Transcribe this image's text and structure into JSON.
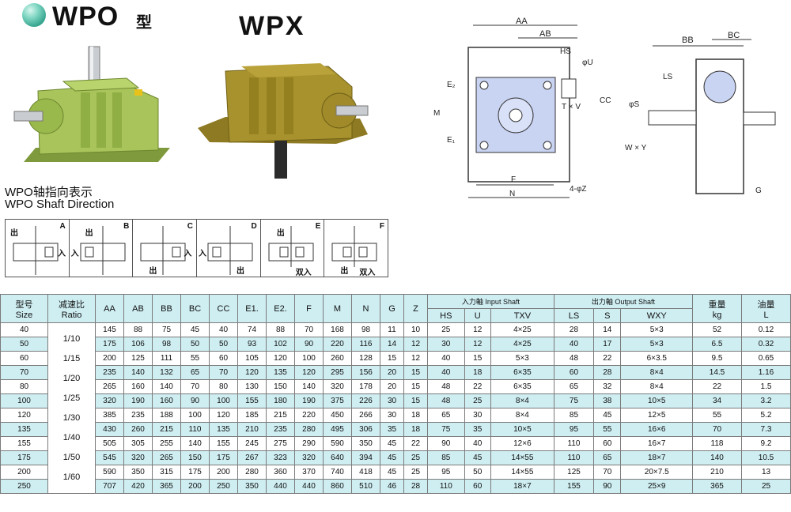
{
  "header": {
    "brand": "WPO",
    "brand_suffix": "型",
    "model2": "WPX"
  },
  "caption": {
    "zh": "WPO轴指向表示",
    "en": "WPO Shaft Direction"
  },
  "directions": [
    {
      "letter": "A",
      "out": "出",
      "in": "入"
    },
    {
      "letter": "B",
      "out": "出",
      "in": "入"
    },
    {
      "letter": "C",
      "out": "出",
      "in": "入"
    },
    {
      "letter": "D",
      "out": "出",
      "in": "入"
    },
    {
      "letter": "E",
      "out": "出",
      "in": "双入"
    },
    {
      "letter": "F",
      "out": "出",
      "in": "双入"
    }
  ],
  "drawing_labels": [
    "AA",
    "AB",
    "HS",
    "φU",
    "T × V",
    "CC",
    "M",
    "E₁",
    "E₂",
    "F",
    "N",
    "4-φZ",
    "BB",
    "BC",
    "LS",
    "φS",
    "W × Y",
    "G"
  ],
  "table": {
    "headers": {
      "size": "型号\nSize",
      "ratio": "减速比\nRatio",
      "cols": [
        "AA",
        "AB",
        "BB",
        "BC",
        "CC",
        "E1.",
        "E2.",
        "F",
        "M",
        "N",
        "G",
        "Z"
      ],
      "input_group": "入力軸 Input Shaft",
      "input_cols": [
        "HS",
        "U",
        "TXV"
      ],
      "output_group": "出力軸 Output Shaft",
      "output_cols": [
        "LS",
        "S",
        "WXY"
      ],
      "weight": "重量\nkg",
      "oil": "油量\nL"
    },
    "ratios": [
      "1/10",
      "1/15",
      "1/20",
      "1/25",
      "1/30",
      "1/40",
      "1/50",
      "1/60"
    ],
    "rows": [
      [
        "40",
        "145",
        "88",
        "75",
        "45",
        "40",
        "74",
        "88",
        "70",
        "168",
        "98",
        "11",
        "10",
        "25",
        "12",
        "4×25",
        "28",
        "14",
        "5×3",
        "52",
        "0.12"
      ],
      [
        "50",
        "175",
        "106",
        "98",
        "50",
        "50",
        "93",
        "102",
        "90",
        "220",
        "116",
        "14",
        "12",
        "30",
        "12",
        "4×25",
        "40",
        "17",
        "5×3",
        "6.5",
        "0.32"
      ],
      [
        "60",
        "200",
        "125",
        "111",
        "55",
        "60",
        "105",
        "120",
        "100",
        "260",
        "128",
        "15",
        "12",
        "40",
        "15",
        "5×3",
        "48",
        "22",
        "6×3.5",
        "9.5",
        "0.65"
      ],
      [
        "70",
        "235",
        "140",
        "132",
        "65",
        "70",
        "120",
        "135",
        "120",
        "295",
        "156",
        "20",
        "15",
        "40",
        "18",
        "6×35",
        "60",
        "28",
        "8×4",
        "14.5",
        "1.16"
      ],
      [
        "80",
        "265",
        "160",
        "140",
        "70",
        "80",
        "130",
        "150",
        "140",
        "320",
        "178",
        "20",
        "15",
        "48",
        "22",
        "6×35",
        "65",
        "32",
        "8×4",
        "22",
        "1.5"
      ],
      [
        "100",
        "320",
        "190",
        "160",
        "90",
        "100",
        "155",
        "180",
        "190",
        "375",
        "226",
        "30",
        "15",
        "48",
        "25",
        "8×4",
        "75",
        "38",
        "10×5",
        "34",
        "3.2"
      ],
      [
        "120",
        "385",
        "235",
        "188",
        "100",
        "120",
        "185",
        "215",
        "220",
        "450",
        "266",
        "30",
        "18",
        "65",
        "30",
        "8×4",
        "85",
        "45",
        "12×5",
        "55",
        "5.2"
      ],
      [
        "135",
        "430",
        "260",
        "215",
        "110",
        "135",
        "210",
        "235",
        "280",
        "495",
        "306",
        "35",
        "18",
        "75",
        "35",
        "10×5",
        "95",
        "55",
        "16×6",
        "70",
        "7.3"
      ],
      [
        "155",
        "505",
        "305",
        "255",
        "140",
        "155",
        "245",
        "275",
        "290",
        "590",
        "350",
        "45",
        "22",
        "90",
        "40",
        "12×6",
        "110",
        "60",
        "16×7",
        "118",
        "9.2"
      ],
      [
        "175",
        "545",
        "320",
        "265",
        "150",
        "175",
        "267",
        "323",
        "320",
        "640",
        "394",
        "45",
        "25",
        "85",
        "45",
        "14×55",
        "110",
        "65",
        "18×7",
        "140",
        "10.5"
      ],
      [
        "200",
        "590",
        "350",
        "315",
        "175",
        "200",
        "280",
        "360",
        "370",
        "740",
        "418",
        "45",
        "25",
        "95",
        "50",
        "14×55",
        "125",
        "70",
        "20×7.5",
        "210",
        "13"
      ],
      [
        "250",
        "707",
        "420",
        "365",
        "200",
        "250",
        "350",
        "440",
        "440",
        "860",
        "510",
        "46",
        "28",
        "110",
        "60",
        "18×7",
        "155",
        "90",
        "25×9",
        "365",
        "25"
      ]
    ]
  },
  "colors": {
    "header_fill": "#cfeef2",
    "alt_row": "#cfeef2",
    "wpo_body": "#a8c45a",
    "wpx_body": "#9b8a2c"
  }
}
